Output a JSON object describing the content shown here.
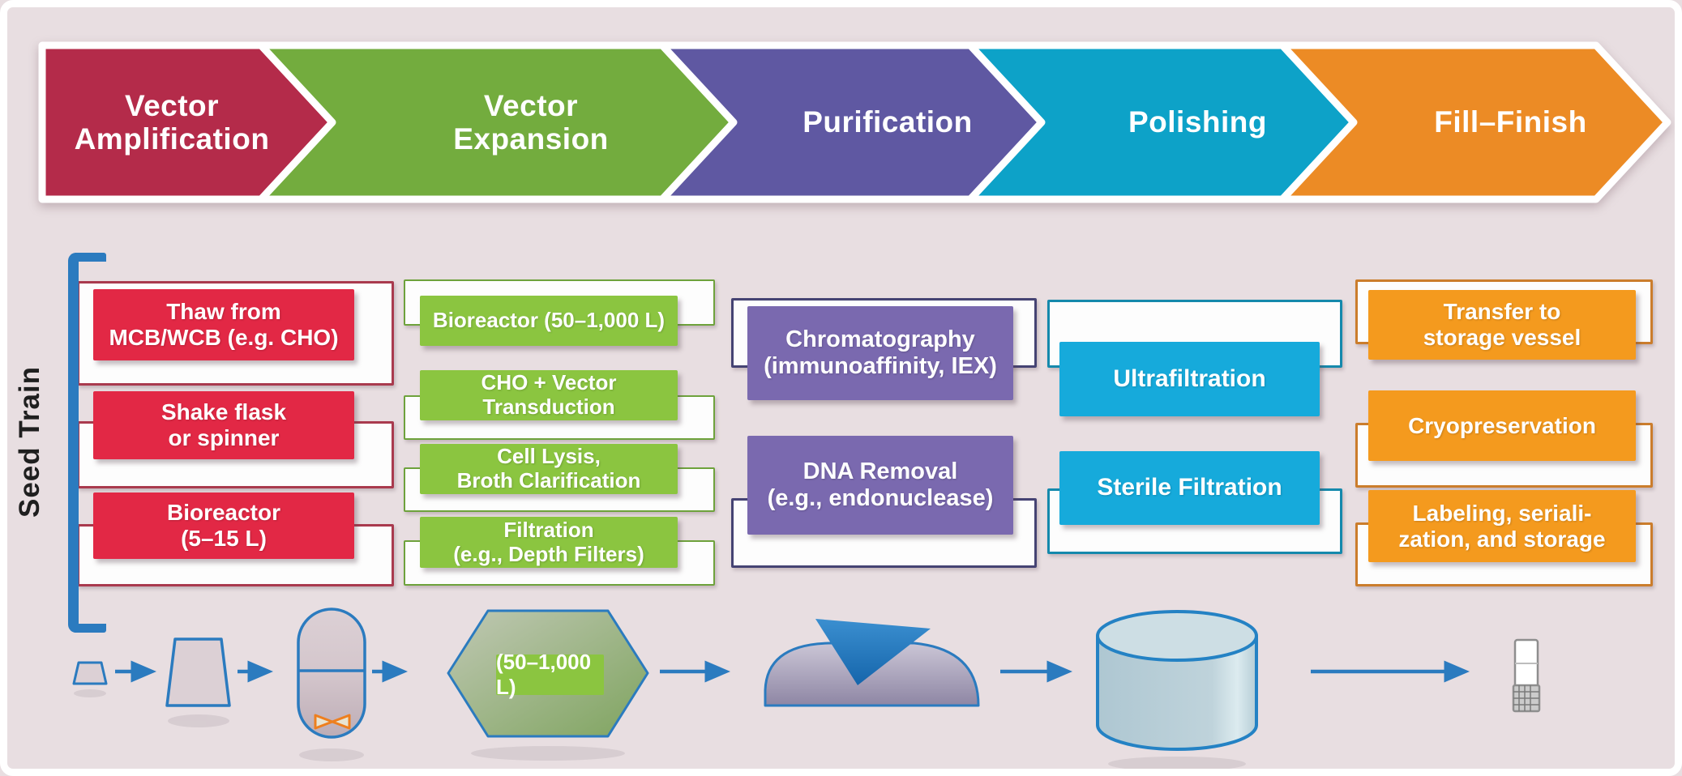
{
  "palette": {
    "background": "#e8dee1",
    "frame": "#ffffff",
    "arrow_blue": "#2b7bbf",
    "bracket_blue": "#2b7bbf",
    "box_red": "#e22845",
    "box_green": "#8bc540",
    "box_purple": "#7a69af",
    "box_cyan": "#16aadb",
    "box_orange": "#f49a1e"
  },
  "pipeline": {
    "stages": [
      {
        "label": "Vector\nAmplification",
        "color": "#b42b4a"
      },
      {
        "label": "Vector\nExpansion",
        "color": "#73ac3e"
      },
      {
        "label": "Purification",
        "color": "#5f58a2"
      },
      {
        "label": "Polishing",
        "color": "#0da2c8"
      },
      {
        "label": "Fill–Finish",
        "color": "#ec8b25"
      }
    ]
  },
  "seed_train": {
    "label": "Seed Train"
  },
  "steps": {
    "vector_amplification": [
      "Thaw from\nMCB/WCB (e.g. CHO)",
      "Shake flask\nor spinner",
      "Bioreactor\n(5–15 L)"
    ],
    "vector_expansion": [
      "Bioreactor (50–1,000 L)",
      "CHO + Vector\nTransduction",
      "Cell Lysis,\nBroth Clarification",
      "Filtration\n(e.g., Depth Filters)"
    ],
    "purification": [
      "Chromatography\n(immunoaffinity, IEX)",
      "DNA Removal\n(e.g., endonuclease)"
    ],
    "polishing": [
      "Ultrafiltration",
      "Sterile Filtration"
    ],
    "fill_finish": [
      "Transfer to\nstorage vessel",
      "Cryopreservation",
      "Labeling, seriali-\nzation, and storage"
    ]
  },
  "equipment": {
    "volume_label": "(50–1,000 L)",
    "items": [
      "small-flask",
      "shake-flask",
      "seed-bioreactor",
      "production-bioreactor",
      "chromatography-skid",
      "holding-tank",
      "cryovial"
    ]
  }
}
